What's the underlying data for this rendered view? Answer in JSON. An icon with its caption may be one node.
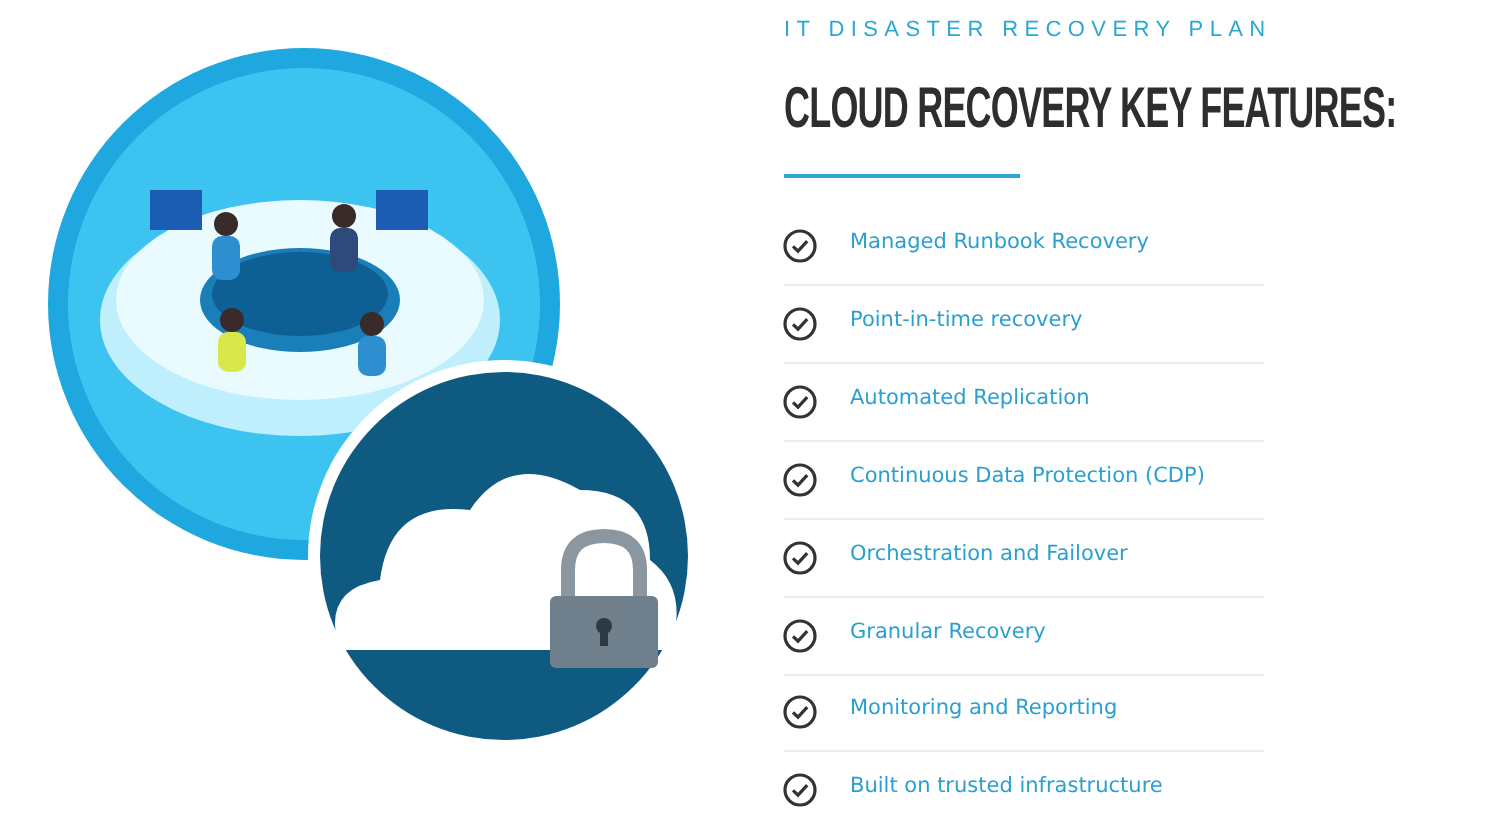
{
  "diagram": {
    "title": "CLOUD RECOVERY KEY FEATURES:",
    "labels": [
      "IT DISASTER RECOVERY PLAN",
      "Managed Runbook Recovery",
      "Point-in-time recovery",
      "Automated Replication",
      "Continuous Data Protection (CDP)",
      "Orchestration and Failover",
      "Granular Recovery",
      "Monitoring and Reporting",
      "Built on trusted infrastructure"
    ]
  }
}
